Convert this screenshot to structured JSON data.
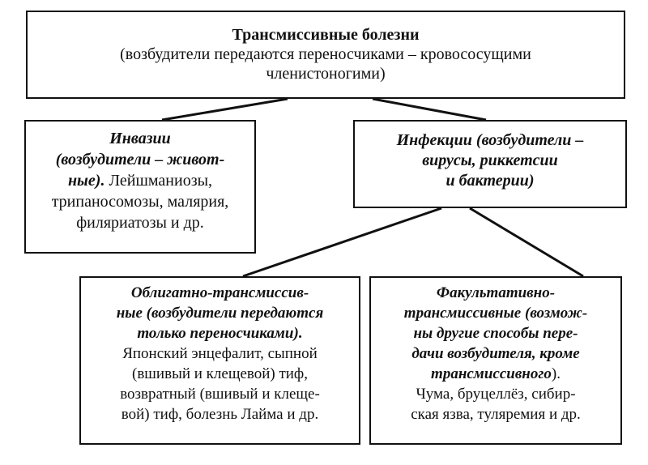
{
  "top": {
    "title": "Трансмиссивные болезни",
    "line2": "(возбудители передаются переносчиками – кровососущими",
    "line3": "членистоногими)"
  },
  "invasions": {
    "l1": "Инвазии",
    "l2": "(возбудители – живот-",
    "l3_bold": "ные).",
    "l3_rest": " Лейшманиозы,",
    "l4": "трипаносомозы, малярия,",
    "l5": "филяриатозы и др."
  },
  "infections": {
    "l1": "Инфекции (возбудители –",
    "l2": "вирусы, риккетсии",
    "l3": "и бактерии)"
  },
  "obligate": {
    "l1": "Облигатно-трансмиссив-",
    "l2": "ные (возбудители передаются",
    "l3": "только переносчиками).",
    "l4": "Японский энцефалит, сыпной",
    "l5": "(вшивый и клещевой) тиф,",
    "l6": "возвратный (вшивый и клеще-",
    "l7": "вой) тиф, болезнь Лайма и др."
  },
  "facultative": {
    "l1": "Факультативно-",
    "l2_normal": "трансмиссивные (",
    "l2_italic": "возмож-",
    "l3": "ны другие способы пере-",
    "l4": "дачи возбудителя, кроме",
    "l5_italic": "трансмиссивного",
    "l5_normal": ").",
    "l6": "Чума, бруцеллёз, сибир-",
    "l7": "ская язва, туляремия и др."
  }
}
